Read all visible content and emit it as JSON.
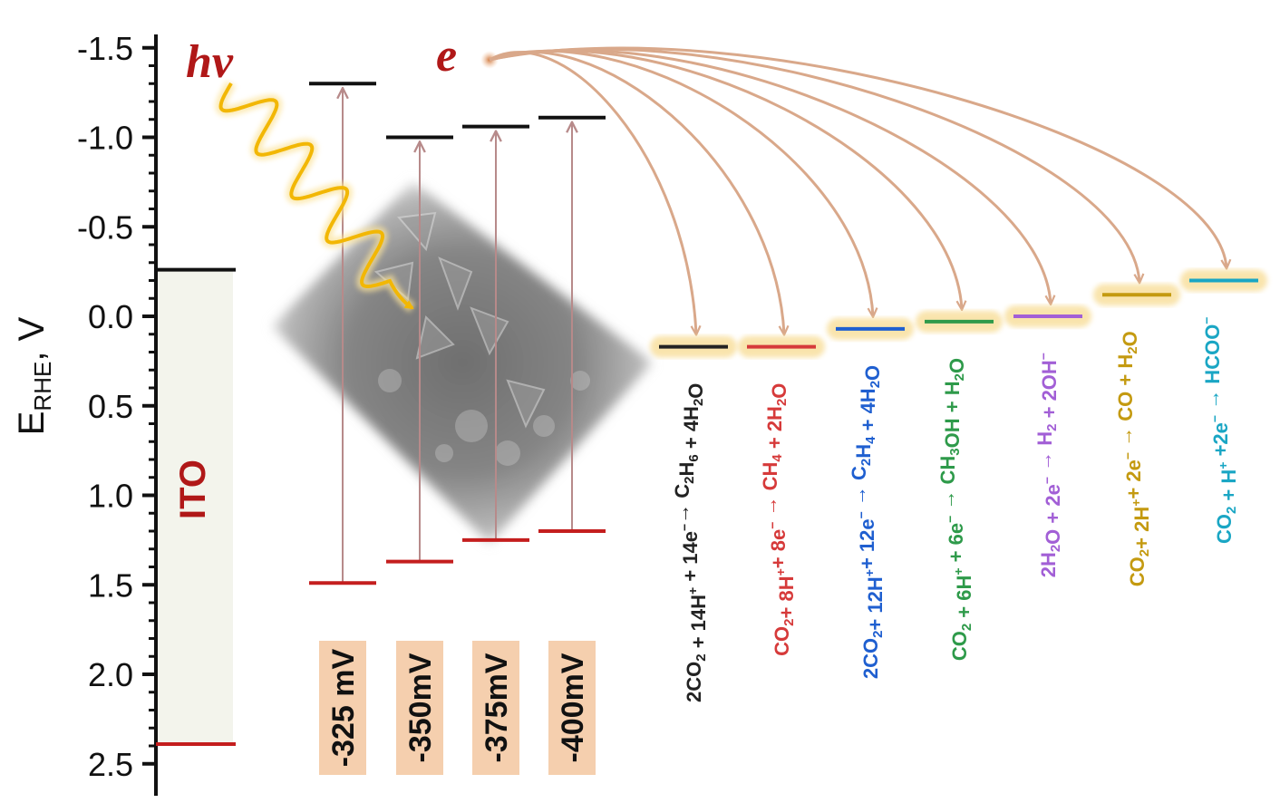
{
  "axis": {
    "label_main": "E",
    "label_sub": "RHE",
    "label_unit": ", V",
    "ticks": [
      {
        "value": -1.5,
        "text": "-1.5"
      },
      {
        "value": -1.0,
        "text": "-1.0"
      },
      {
        "value": -0.5,
        "text": "-0.5"
      },
      {
        "value": 0.0,
        "text": "0.0"
      },
      {
        "value": 0.5,
        "text": "0.5"
      },
      {
        "value": 1.0,
        "text": "1.0"
      },
      {
        "value": 1.5,
        "text": "1.5"
      },
      {
        "value": 2.0,
        "text": "2.0"
      },
      {
        "value": 2.5,
        "text": "2.5"
      }
    ],
    "range": [
      -1.55,
      2.5
    ],
    "minor_step": 0.1
  },
  "ito": {
    "label": "ITO",
    "conduction_band": -0.26,
    "valence_band": 2.39
  },
  "photon_label": "hv",
  "electron_label": "e",
  "photocathodes": [
    {
      "bias": "-325 mV",
      "cb": -1.3,
      "vb": 1.49
    },
    {
      "bias": "-350mV",
      "cb": -1.0,
      "vb": 1.37
    },
    {
      "bias": "-375mV",
      "cb": -1.06,
      "vb": 1.25
    },
    {
      "bias": "-400mV",
      "cb": -1.11,
      "vb": 1.2
    }
  ],
  "reactions": [
    {
      "potential": 0.17,
      "color": "#222222",
      "parts": [
        [
          "2CO",
          ""
        ],
        [
          "2",
          "sub"
        ],
        [
          " + 14H",
          ""
        ],
        [
          "+",
          "sup"
        ],
        [
          " + 14e",
          ""
        ],
        [
          "−",
          "sup"
        ],
        [
          "→ C",
          ""
        ],
        [
          "2",
          "sub"
        ],
        [
          "H",
          ""
        ],
        [
          "6",
          "sub"
        ],
        [
          " + 4H",
          ""
        ],
        [
          "2",
          "sub"
        ],
        [
          "O",
          ""
        ]
      ]
    },
    {
      "potential": 0.17,
      "color": "#d63a3a",
      "parts": [
        [
          "CO",
          ""
        ],
        [
          "2",
          "sub"
        ],
        [
          "+ 8H",
          ""
        ],
        [
          "+",
          "sup"
        ],
        [
          "+ 8e",
          ""
        ],
        [
          "−",
          "sup"
        ],
        [
          " → CH",
          ""
        ],
        [
          "4",
          "sub"
        ],
        [
          " + 2H",
          ""
        ],
        [
          "2",
          "sub"
        ],
        [
          "O",
          ""
        ]
      ]
    },
    {
      "potential": 0.07,
      "color": "#1f5fd0",
      "parts": [
        [
          "2CO",
          ""
        ],
        [
          "2",
          "sub"
        ],
        [
          "+ 12H",
          ""
        ],
        [
          "+",
          "sup"
        ],
        [
          "+ 12e",
          ""
        ],
        [
          "−",
          "sup"
        ],
        [
          " → C",
          ""
        ],
        [
          "2",
          "sub"
        ],
        [
          "H",
          ""
        ],
        [
          "4",
          "sub"
        ],
        [
          " + 4H",
          ""
        ],
        [
          "2",
          "sub"
        ],
        [
          "O",
          ""
        ]
      ]
    },
    {
      "potential": 0.03,
      "color": "#2e9a4a",
      "parts": [
        [
          "CO",
          ""
        ],
        [
          "2",
          "sub"
        ],
        [
          " + 6H",
          ""
        ],
        [
          "+",
          "sup"
        ],
        [
          " + 6e",
          ""
        ],
        [
          "−",
          "sup"
        ],
        [
          " → CH",
          ""
        ],
        [
          "3",
          "sub"
        ],
        [
          "OH + H",
          ""
        ],
        [
          "2",
          "sub"
        ],
        [
          "O",
          ""
        ]
      ]
    },
    {
      "potential": 0.0,
      "color": "#a25fd6",
      "parts": [
        [
          "2H",
          ""
        ],
        [
          "2",
          "sub"
        ],
        [
          "O + 2e",
          ""
        ],
        [
          "−",
          "sup"
        ],
        [
          " → H",
          ""
        ],
        [
          "2",
          "sub"
        ],
        [
          " + 2OH",
          ""
        ],
        [
          "−",
          "sup"
        ]
      ]
    },
    {
      "potential": -0.12,
      "color": "#c49a10",
      "parts": [
        [
          "CO",
          ""
        ],
        [
          "2",
          "sub"
        ],
        [
          "+ 2H",
          ""
        ],
        [
          "+",
          "sup"
        ],
        [
          "+ 2e",
          ""
        ],
        [
          "−",
          "sup"
        ],
        [
          " → CO + H",
          ""
        ],
        [
          "2",
          "sub"
        ],
        [
          "O",
          ""
        ]
      ]
    },
    {
      "potential": -0.2,
      "color": "#1aa6c4",
      "parts": [
        [
          "CO",
          ""
        ],
        [
          "2",
          "sub"
        ],
        [
          " + H",
          ""
        ],
        [
          "+",
          "sup"
        ],
        [
          " +2e",
          ""
        ],
        [
          "−",
          "sup"
        ],
        [
          " → HCOO",
          ""
        ],
        [
          "−",
          "sup"
        ]
      ]
    }
  ],
  "colors": {
    "axis": "#111111",
    "band_red": "#c41e1e",
    "arrow_brown": "#d9a88a",
    "transition": "#b78a8a",
    "photon": "#f2b705",
    "bias_box": "#f5cfae",
    "ito_fill": "#f3f4ec",
    "glow": "#f7d98a"
  }
}
